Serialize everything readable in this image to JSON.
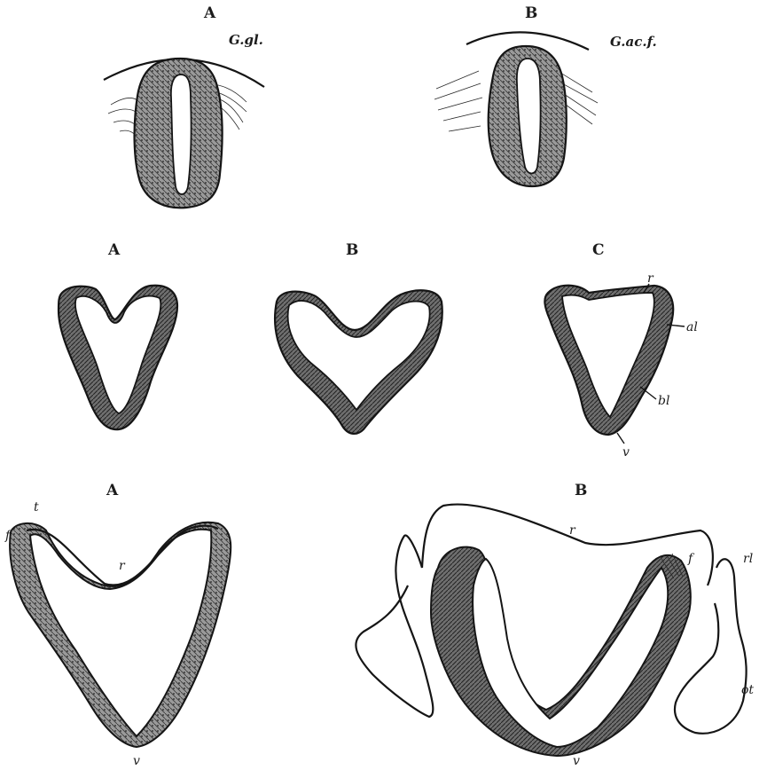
{
  "figure": {
    "row1": {
      "panels": [
        "A",
        "B"
      ],
      "labels": {
        "g_gl": "G.gl.",
        "g_ac_f": "G.ac.f."
      }
    },
    "row2": {
      "panels": [
        "A",
        "B",
        "C"
      ],
      "labels": {
        "r": "r",
        "al": "al",
        "bl": "bl",
        "v": "v"
      }
    },
    "row3": {
      "panels": [
        "A",
        "B"
      ],
      "labels_a": {
        "t": "t",
        "f": "f",
        "r": "r",
        "v": "v"
      },
      "labels_b": {
        "r": "r",
        "f": "f",
        "rl": "rl",
        "ot": "ot",
        "v": "v"
      }
    }
  }
}
